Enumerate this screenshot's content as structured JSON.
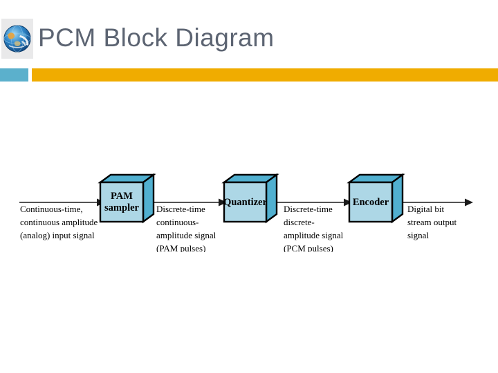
{
  "header": {
    "title": "PCM Block Diagram",
    "icon": "globe-icon",
    "accent_color_left": "#5bb0cc",
    "accent_color_right": "#f0ac00",
    "title_color": "#5c6472"
  },
  "diagram": {
    "type": "block-flow",
    "block_face_color": "#add7e6",
    "block_shade_color": "#51b0d0",
    "blocks": [
      {
        "name": "pam-sampler",
        "label_line1": "PAM",
        "label_line2": "sampler"
      },
      {
        "name": "quantizer",
        "label_line1": "Quantizer",
        "label_line2": ""
      },
      {
        "name": "encoder",
        "label_line1": "Encoder",
        "label_line2": ""
      }
    ],
    "signals": [
      {
        "name": "input-signal",
        "lines": [
          "Continuous-time,",
          "continuous amplitude",
          "(analog) input signal"
        ]
      },
      {
        "name": "pam-signal",
        "lines": [
          "Discrete-time",
          "continuous-",
          "amplitude signal",
          "(PAM pulses)"
        ]
      },
      {
        "name": "pcm-signal",
        "lines": [
          "Discrete-time",
          "discrete-",
          "amplitude signal",
          "(PCM pulses)"
        ]
      },
      {
        "name": "output-signal",
        "lines": [
          "Digital bit",
          "stream output",
          "signal"
        ]
      }
    ]
  }
}
